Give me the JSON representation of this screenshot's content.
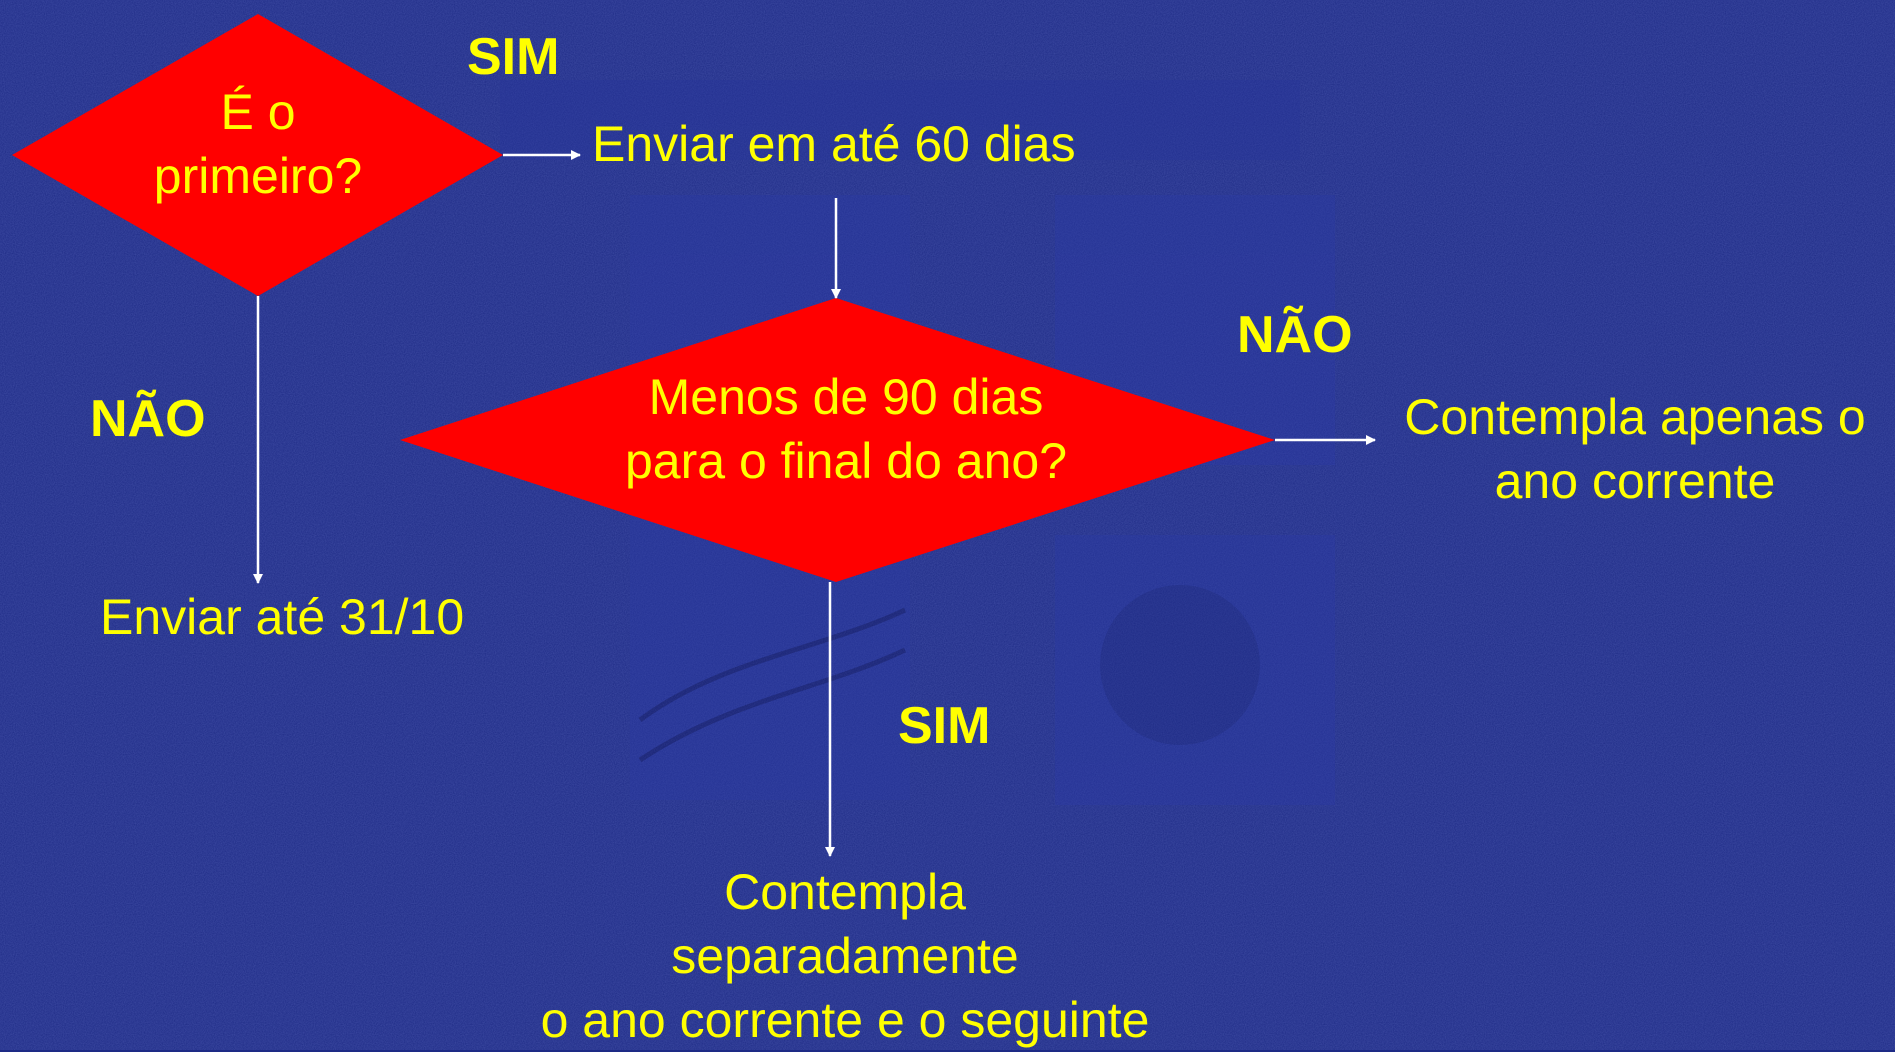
{
  "diagram": {
    "decision1": {
      "lines": [
        "É o",
        "primeiro?"
      ]
    },
    "decision2": {
      "lines": [
        "Menos de 90 dias",
        "para o final do ano?"
      ]
    },
    "yes1_label": "SIM",
    "no1_label": "NÃO",
    "yes2_label": "SIM",
    "no2_label": "NÃO",
    "send60": "Enviar em até 60 dias",
    "send3110": "Enviar até 31/10",
    "current_only": {
      "lines": [
        "Contempla apenas o",
        "ano corrente"
      ]
    },
    "both_years": {
      "lines": [
        "Contempla",
        "separadamente",
        "o ano corrente e o seguinte"
      ]
    }
  },
  "colors": {
    "background": "#1d2a85",
    "decision_fill": "#ff0000",
    "text": "#ffff00",
    "arrow": "#ffffff"
  }
}
